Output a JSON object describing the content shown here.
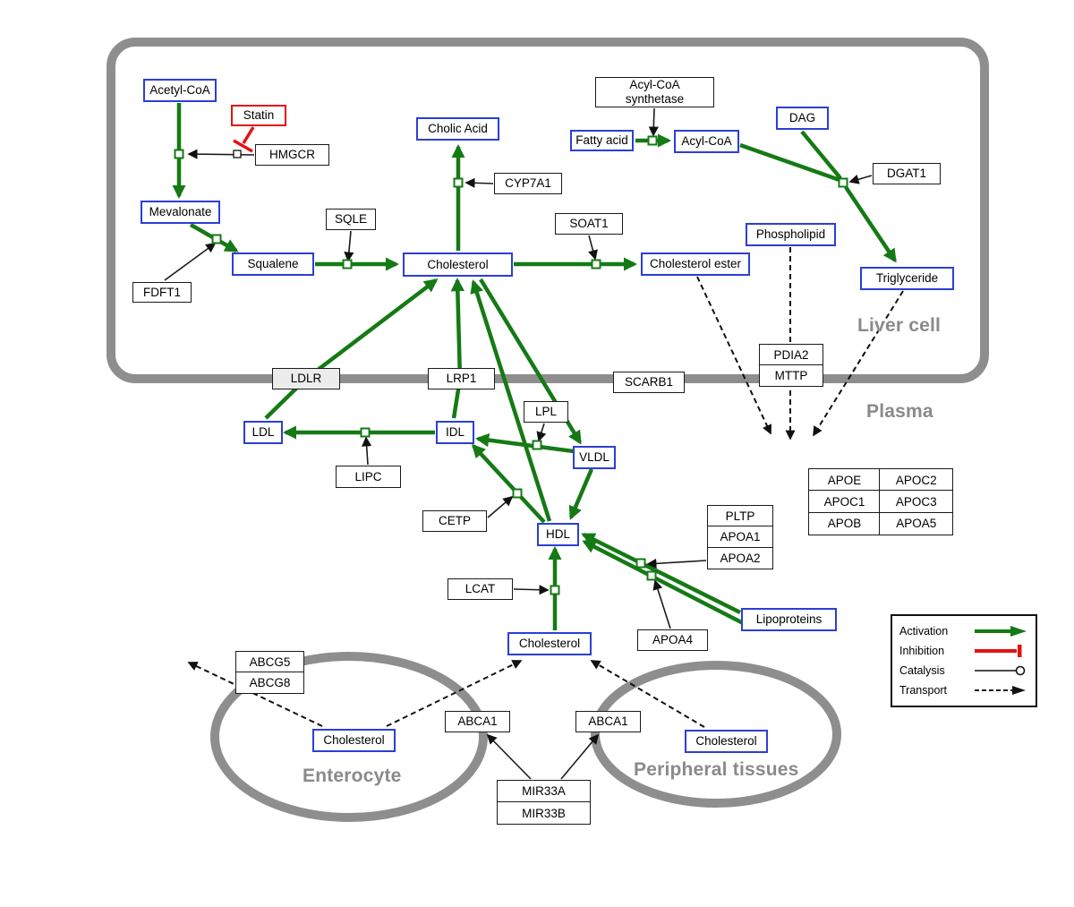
{
  "compartments": {
    "liver": "Liver cell",
    "plasma": "Plasma",
    "enterocyte": "Enterocyte",
    "peripheral": "Peripheral tissues"
  },
  "metabolites": {
    "acetyl_coa": "Acetyl-CoA",
    "mevalonate": "Mevalonate",
    "squalene": "Squalene",
    "cholic_acid": "Cholic Acid",
    "cholesterol_liver": "Cholesterol",
    "fatty_acid": "Fatty acid",
    "acyl_coa": "Acyl-CoA",
    "dag": "DAG",
    "phospholipid": "Phospholipid",
    "cholesterol_ester": "Cholesterol ester",
    "triglyceride": "Triglyceride",
    "ldl": "LDL",
    "idl": "IDL",
    "vldl": "VLDL",
    "hdl": "HDL",
    "cholesterol_plasma": "Cholesterol",
    "cholesterol_enterocyte": "Cholesterol",
    "cholesterol_peripheral": "Cholesterol",
    "lipoproteins": "Lipoproteins"
  },
  "enzymes": {
    "statin": "Statin",
    "hmgcr": "HMGCR",
    "sqle": "SQLE",
    "fdft1": "FDFT1",
    "cyp7a1": "CYP7A1",
    "soat1": "SOAT1",
    "acyl_coa_synthetase": [
      "Acyl-CoA",
      "synthetase"
    ],
    "dgat1": "DGAT1",
    "pdia2": "PDIA2",
    "mttp": "MTTP",
    "ldlr": "LDLR",
    "lrp1": "LRP1",
    "scarb1": "SCARB1",
    "lpl": "LPL",
    "lipc": "LIPC",
    "cetp": "CETP",
    "lcat": "LCAT",
    "pltp": "PLTP",
    "apoa1": "APOA1",
    "apoa2": "APOA2",
    "apoa4": "APOA4",
    "abcg5": "ABCG5",
    "abcg8": "ABCG8",
    "abca1_enterocyte": "ABCA1",
    "abca1_peripheral": "ABCA1",
    "mir33a": "MIR33A",
    "mir33b": "MIR33B"
  },
  "apo_table": {
    "rows": [
      [
        "APOE",
        "APOC2"
      ],
      [
        "APOC1",
        "APOC3"
      ],
      [
        "APOB",
        "APOA5"
      ]
    ]
  },
  "legend": {
    "activation": "Activation",
    "inhibition": "Inhibition",
    "catalysis": "Catalysis",
    "transport": "Transport"
  },
  "colors": {
    "activation": "#157a15",
    "inhibition": "#e31212",
    "metabolite_border": "#2b3fd4",
    "membrane": "#8e8e8e"
  }
}
